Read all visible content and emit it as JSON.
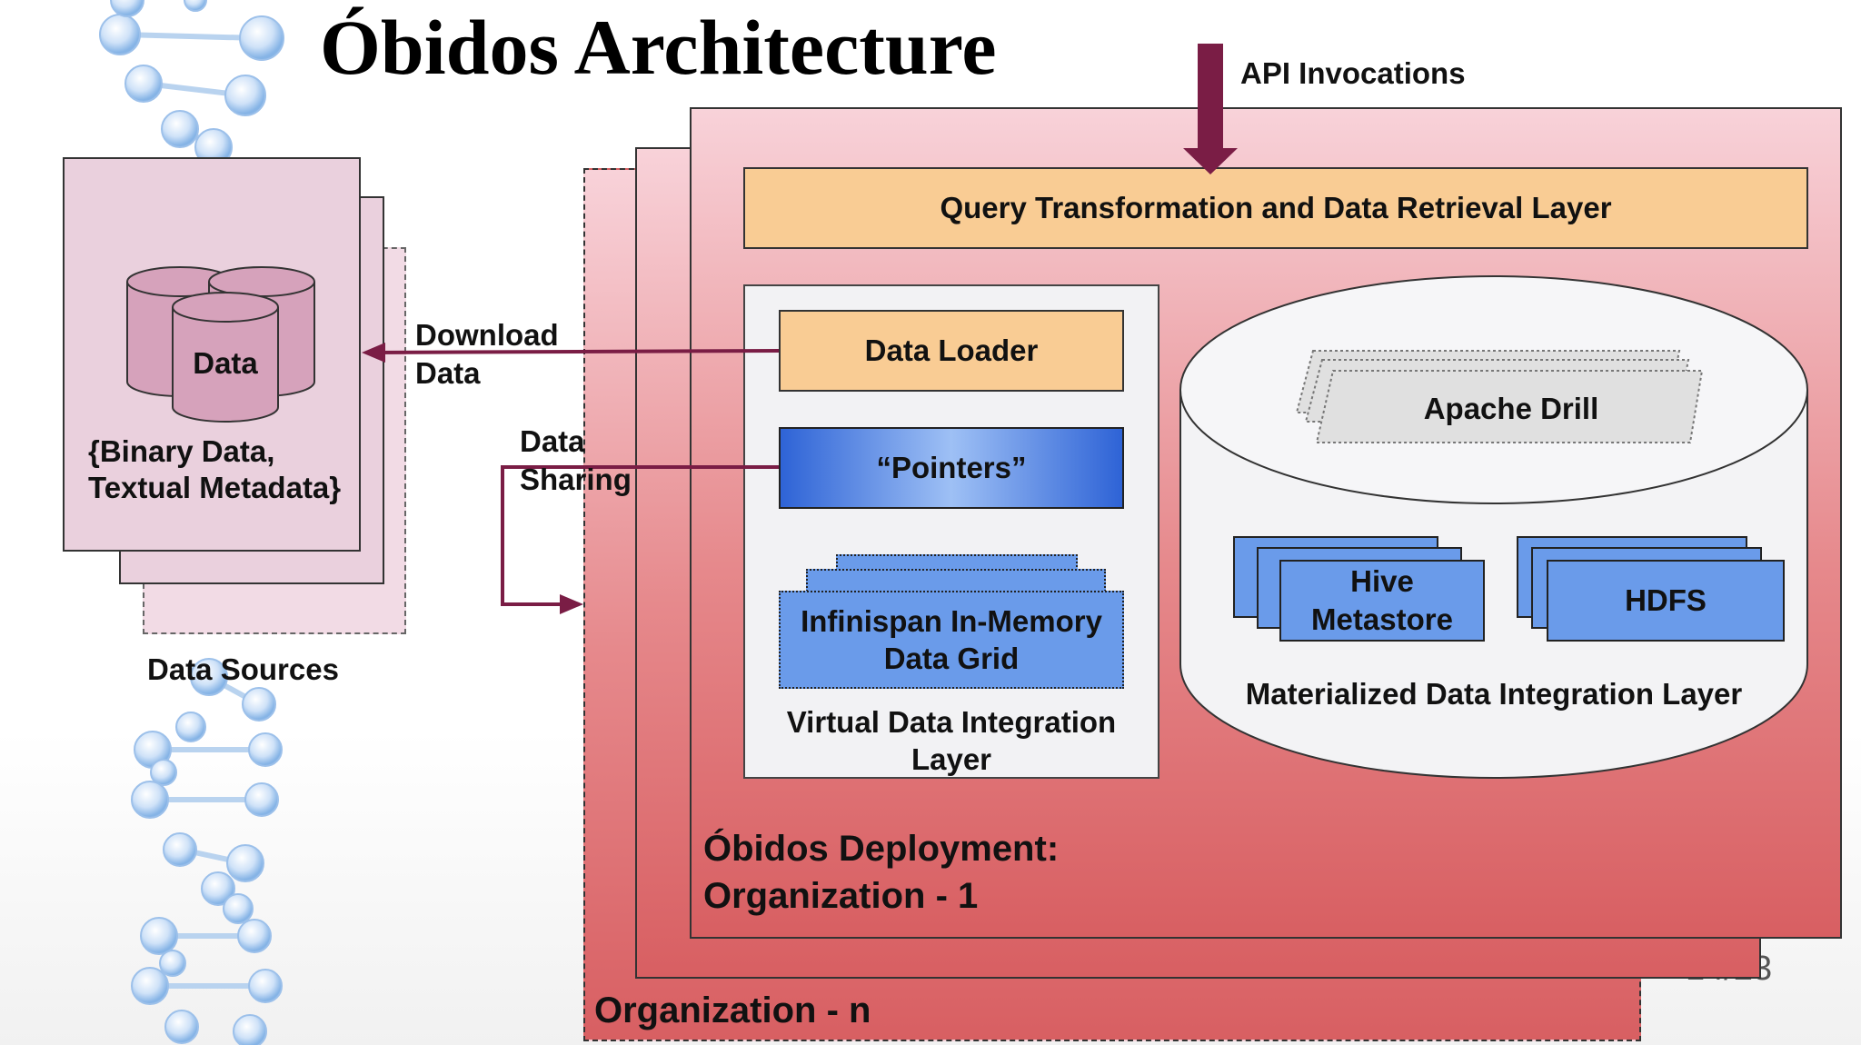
{
  "title": "Óbidos Architecture",
  "slide_number": "14/23",
  "api_invocations": "API Invocations",
  "data_sources": {
    "db_label": "Data",
    "contents_line1": "{Binary Data,",
    "contents_line2": "Textual Metadata}",
    "caption": "Data Sources"
  },
  "download_data": {
    "line1": "Download",
    "line2": "Data"
  },
  "data_sharing": {
    "line1": "Data",
    "line2": "Sharing"
  },
  "query_layer": "Query Transformation and Data Retrieval Layer",
  "virtual_layer": {
    "data_loader": "Data Loader",
    "pointers": "“Pointers”",
    "infinispan_line1": "Infinispan In-Memory",
    "infinispan_line2": "Data Grid",
    "caption_line1": "Virtual Data Integration",
    "caption_line2": "Layer"
  },
  "materialized_layer": {
    "apache_drill": "Apache Drill",
    "hive_line1": "Hive",
    "hive_line2": "Metastore",
    "hdfs": "HDFS",
    "caption": "Materialized Data Integration Layer"
  },
  "deployment_line1": "Óbidos Deployment:",
  "deployment_line2": "Organization - 1",
  "organization_n": "Organization - n",
  "colors": {
    "arrow": "#7a1d45",
    "orange": "#f9cc94",
    "blue": "#6a9bea",
    "org_top": "#f8d2d9",
    "org_bottom": "#d85f62"
  }
}
